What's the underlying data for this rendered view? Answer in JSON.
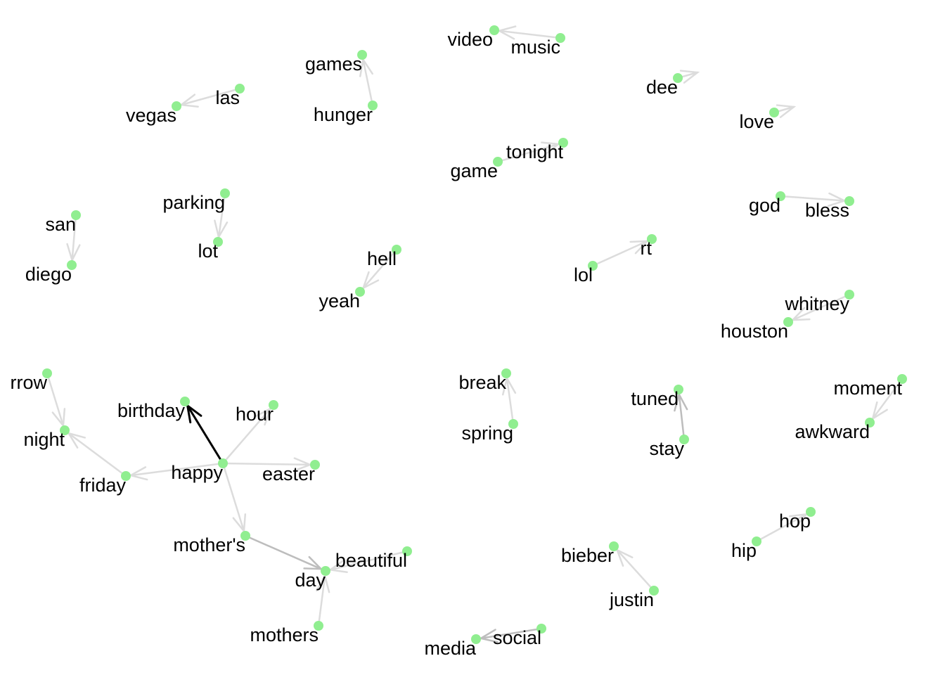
{
  "graph": {
    "node_color": "#90ee90",
    "label_color": "#000000",
    "edge_color_weak": "#dcdcdc",
    "edge_color_strong": "#000000",
    "nodes": [
      {
        "id": "video",
        "label": "video"
      },
      {
        "id": "music",
        "label": "music"
      },
      {
        "id": "games",
        "label": "games"
      },
      {
        "id": "hunger",
        "label": "hunger"
      },
      {
        "id": "las",
        "label": "las"
      },
      {
        "id": "vegas",
        "label": "vegas"
      },
      {
        "id": "dee",
        "label": "dee"
      },
      {
        "id": "love",
        "label": "love"
      },
      {
        "id": "tonight",
        "label": "tonight"
      },
      {
        "id": "game",
        "label": "game"
      },
      {
        "id": "god",
        "label": "god"
      },
      {
        "id": "bless",
        "label": "bless"
      },
      {
        "id": "parking",
        "label": "parking"
      },
      {
        "id": "lot",
        "label": "lot"
      },
      {
        "id": "san",
        "label": "san"
      },
      {
        "id": "diego",
        "label": "diego"
      },
      {
        "id": "hell",
        "label": "hell"
      },
      {
        "id": "yeah",
        "label": "yeah"
      },
      {
        "id": "rt",
        "label": "rt"
      },
      {
        "id": "lol",
        "label": "lol"
      },
      {
        "id": "whitney",
        "label": "whitney"
      },
      {
        "id": "houston",
        "label": "houston"
      },
      {
        "id": "tomorrow",
        "label": "rrow"
      },
      {
        "id": "night",
        "label": "night"
      },
      {
        "id": "birthday",
        "label": "birthday"
      },
      {
        "id": "hour",
        "label": "hour"
      },
      {
        "id": "happy",
        "label": "happy"
      },
      {
        "id": "easter",
        "label": "easter"
      },
      {
        "id": "friday",
        "label": "friday"
      },
      {
        "id": "break",
        "label": "break"
      },
      {
        "id": "spring",
        "label": "spring"
      },
      {
        "id": "tuned",
        "label": "tuned"
      },
      {
        "id": "stay",
        "label": "stay"
      },
      {
        "id": "moment",
        "label": "moment"
      },
      {
        "id": "awkward",
        "label": "awkward"
      },
      {
        "id": "mothers_poss",
        "label": "mother's"
      },
      {
        "id": "day",
        "label": "day"
      },
      {
        "id": "beautiful",
        "label": "beautiful"
      },
      {
        "id": "mothers",
        "label": "mothers"
      },
      {
        "id": "hop",
        "label": "hop"
      },
      {
        "id": "hip",
        "label": "hip"
      },
      {
        "id": "bieber",
        "label": "bieber"
      },
      {
        "id": "justin",
        "label": "justin"
      },
      {
        "id": "social",
        "label": "social"
      },
      {
        "id": "media",
        "label": "media"
      }
    ],
    "edges": [
      {
        "from": "music",
        "to": "video",
        "weight": "weak"
      },
      {
        "from": "hunger",
        "to": "games",
        "weight": "weak"
      },
      {
        "from": "las",
        "to": "vegas",
        "weight": "weak"
      },
      {
        "from": "dee",
        "to": null,
        "weight": "weak"
      },
      {
        "from": "love",
        "to": null,
        "weight": "weak"
      },
      {
        "from": "game",
        "to": "tonight",
        "weight": "weak"
      },
      {
        "from": "god",
        "to": "bless",
        "weight": "weak"
      },
      {
        "from": "parking",
        "to": "lot",
        "weight": "weak"
      },
      {
        "from": "san",
        "to": "diego",
        "weight": "weak"
      },
      {
        "from": "hell",
        "to": "yeah",
        "weight": "weak"
      },
      {
        "from": "lol",
        "to": "rt",
        "weight": "weak"
      },
      {
        "from": "whitney",
        "to": "houston",
        "weight": "weak"
      },
      {
        "from": "tomorrow",
        "to": "night",
        "weight": "weak"
      },
      {
        "from": "friday",
        "to": "night",
        "weight": "weak"
      },
      {
        "from": "happy",
        "to": "birthday",
        "weight": "strong"
      },
      {
        "from": "happy",
        "to": "hour",
        "weight": "weak"
      },
      {
        "from": "happy",
        "to": "easter",
        "weight": "weak"
      },
      {
        "from": "happy",
        "to": "friday",
        "weight": "weak"
      },
      {
        "from": "happy",
        "to": "mothers_poss",
        "weight": "weak"
      },
      {
        "from": "mothers_poss",
        "to": "day",
        "weight": "medium"
      },
      {
        "from": "beautiful",
        "to": "day",
        "weight": "weak"
      },
      {
        "from": "mothers",
        "to": "day",
        "weight": "weak"
      },
      {
        "from": "spring",
        "to": "break",
        "weight": "weak"
      },
      {
        "from": "stay",
        "to": "tuned",
        "weight": "medium"
      },
      {
        "from": "moment",
        "to": "awkward",
        "weight": "weak"
      },
      {
        "from": "hip",
        "to": "hop",
        "weight": "weak"
      },
      {
        "from": "justin",
        "to": "bieber",
        "weight": "weak"
      },
      {
        "from": "social",
        "to": "media",
        "weight": "medium"
      }
    ]
  }
}
